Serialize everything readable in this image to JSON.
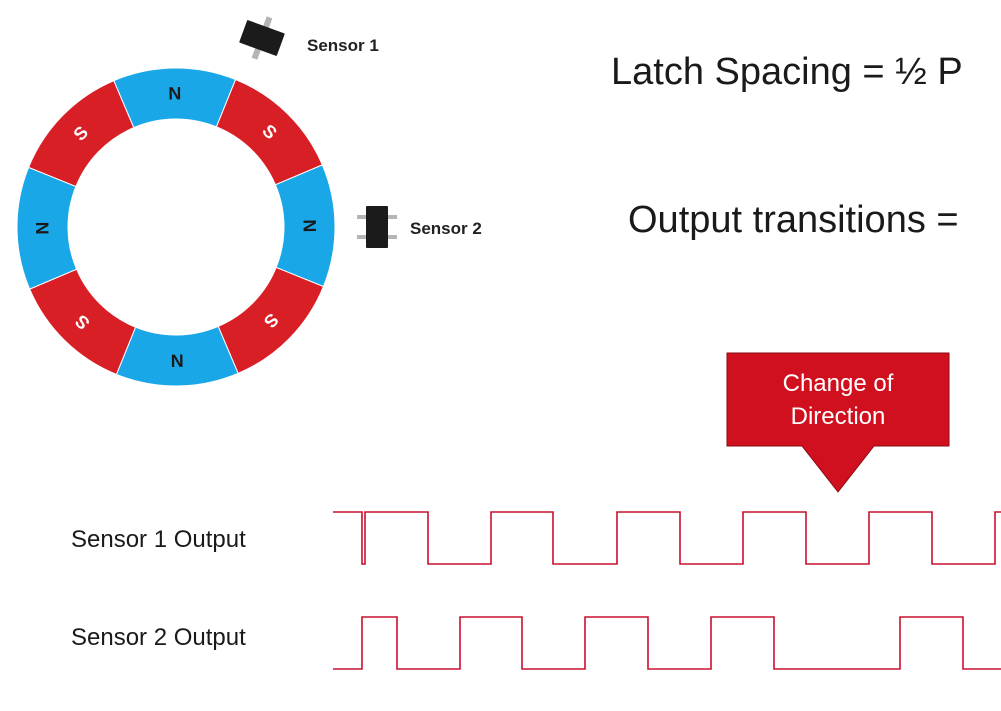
{
  "colors": {
    "north_pole": "#1aa7e8",
    "south_pole": "#d91f26",
    "sensor_body": "#1b1b1b",
    "sensor_lead": "#b5b5b5",
    "trace": "#c8102e",
    "callout": "#d0101e"
  },
  "magnet_ring": {
    "poles": [
      "S",
      "N",
      "S",
      "N",
      "S",
      "N",
      "S",
      "N"
    ]
  },
  "sensors": {
    "sensor1_label": "Sensor 1",
    "sensor2_label": "Sensor 2"
  },
  "formulas": {
    "latch_spacing": "Latch Spacing = ½ P",
    "output_transitions": "Output transitions ="
  },
  "callout": {
    "line1": "Change of",
    "line2": "Direction"
  },
  "outputs": {
    "sensor1_label": "Sensor 1 Output",
    "sensor2_label": "Sensor 2 Output",
    "sensor1_edges": [
      362,
      365,
      428,
      491,
      553,
      617,
      680,
      743,
      806,
      869,
      932,
      995
    ],
    "sensor1_start_level": 1,
    "sensor2_edges": [
      362,
      397,
      460,
      522,
      585,
      648,
      711,
      774,
      900,
      963
    ],
    "sensor2_start_level": 0
  }
}
